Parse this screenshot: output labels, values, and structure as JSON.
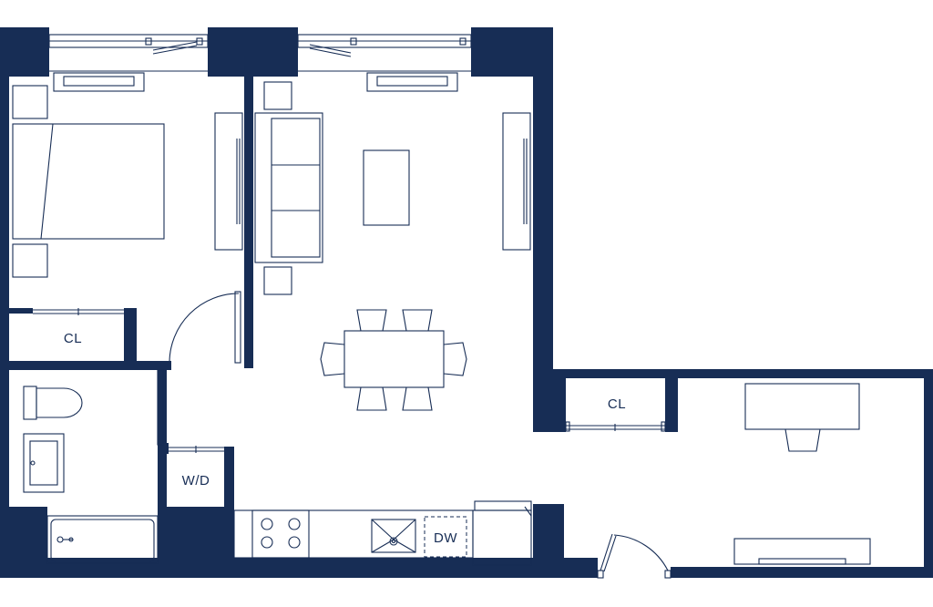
{
  "labels": {
    "bedroom_closet": "CL",
    "den_closet": "CL",
    "washer_dryer": "W/D",
    "dishwasher": "DW"
  },
  "colors": {
    "wall": "#172d55",
    "background": "#ffffff"
  }
}
